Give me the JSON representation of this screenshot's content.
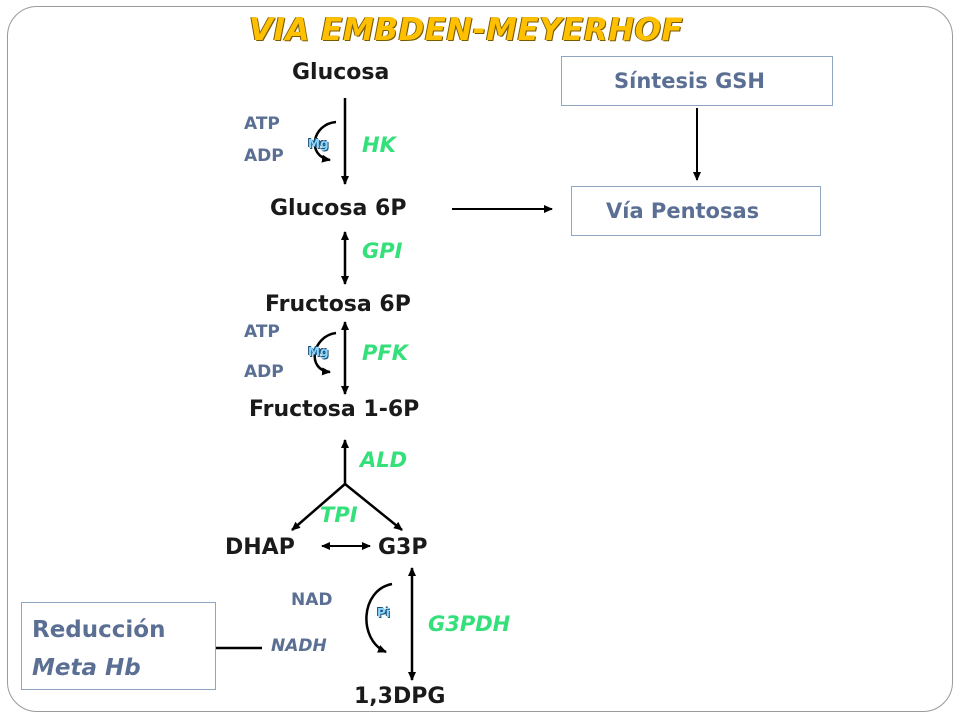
{
  "title": "VIA EMBDEN-MEYERHOF",
  "metabolites": {
    "glucose": "Glucosa",
    "glucose6p": "Glucosa 6P",
    "fructose6p": "Fructosa 6P",
    "fructose16p": "Fructosa 1-6P",
    "dhap": "DHAP",
    "g3p": "G3P",
    "bpg": "1,3DPG"
  },
  "enzymes": {
    "hk": "HK",
    "gpi": "GPI",
    "pfk": "PFK",
    "ald": "ALD",
    "tpi": "TPI",
    "g3pdh": "G3PDH"
  },
  "cofactors": {
    "hk_in": "ATP",
    "hk_out": "ADP",
    "hk_ion": "Mg",
    "pfk_in": "ATP",
    "pfk_out": "ADP",
    "pfk_ion": "Mg",
    "g3pdh_in": "NAD",
    "g3pdh_out": "NADH",
    "g3pdh_ion": "Pi"
  },
  "side_boxes": {
    "gsh": "Síntesis GSH",
    "pentoses": "Vía Pentosas",
    "reduction_line1": "Reducción",
    "reduction_line2": "Meta Hb"
  }
}
